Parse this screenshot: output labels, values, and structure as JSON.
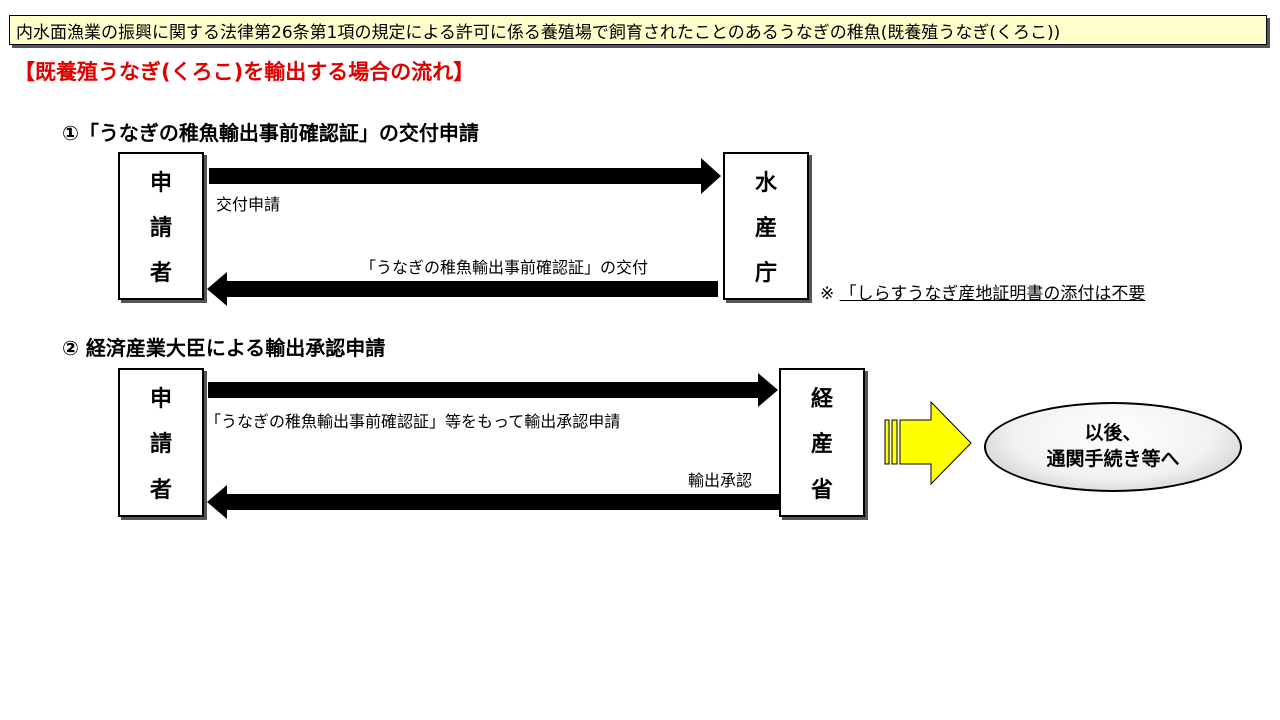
{
  "header": {
    "title": "内水面漁業の振興に関する法律第26条第1項の規定による許可に係る養殖場で飼育されたことのあるうなぎの稚魚(既養殖うなぎ(くろこ))"
  },
  "subtitle": "【既養殖うなぎ(くろこ)を輸出する場合の流れ】",
  "step1": {
    "title": "①「うなぎの稚魚輸出事前確認証」の交付申請",
    "applicant": [
      "申",
      "請",
      "者"
    ],
    "agency": [
      "水",
      "産",
      "庁"
    ],
    "forward_label": "交付申請",
    "back_label": "「うなぎの稚魚輸出事前確認証」の交付",
    "note_prefix": "※",
    "note_text": "「しらすうなぎ産地証明書の添付は不要"
  },
  "step2": {
    "title": "② 経済産業大臣による輸出承認申請",
    "applicant": [
      "申",
      "請",
      "者"
    ],
    "agency": [
      "経",
      "産",
      "省"
    ],
    "forward_label": "「うなぎの稚魚輸出事前確認証」等をもって輸出承認申請",
    "back_label": "輸出承認"
  },
  "next": {
    "line1": "以後、",
    "line2": "通関手続き等へ"
  },
  "colors": {
    "header_bg": "#ffffcc",
    "subtitle": "#e00000",
    "yellow_arrow": "#ffff00"
  }
}
